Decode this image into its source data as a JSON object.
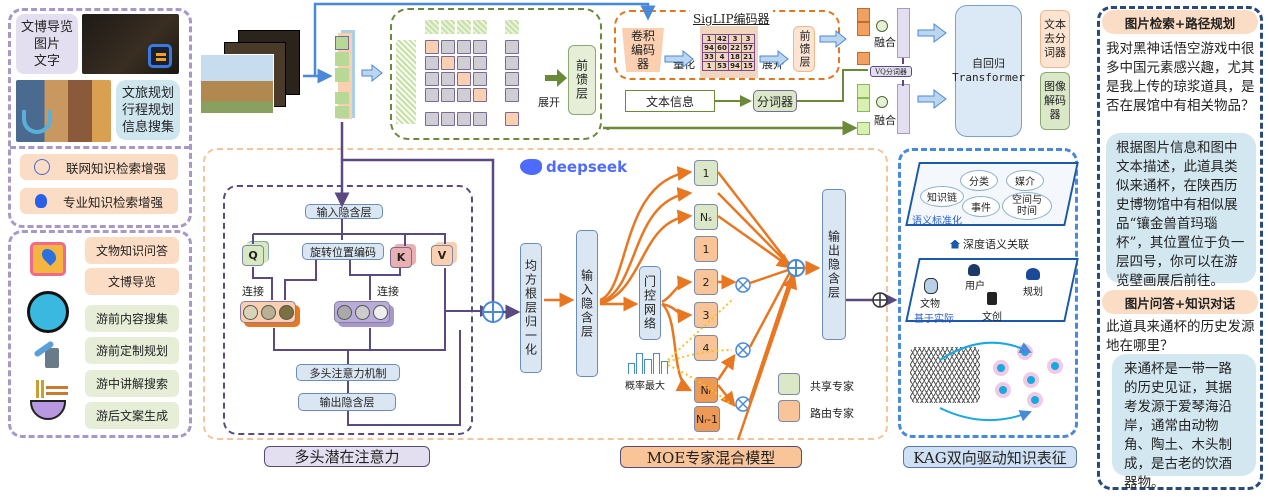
{
  "left_panel": {
    "top_cards": {
      "museum_guide": {
        "title": "文博导览",
        "lines": [
          "图片",
          "文字"
        ]
      },
      "travel_planning": {
        "title": "文旅规划",
        "lines": [
          "行程规划",
          "信息搜集"
        ]
      }
    },
    "enhancements": [
      {
        "icon": "globe-icon",
        "label": "联网知识检索增强"
      },
      {
        "icon": "lightbulb-icon",
        "label": "专业知识检索增强"
      }
    ],
    "functions": [
      {
        "label": "文物知识问答",
        "style": "peach"
      },
      {
        "label": "文博导览",
        "style": "peach"
      },
      {
        "label": "游前内容搜集",
        "style": "green"
      },
      {
        "label": "游前定制规划",
        "style": "green"
      },
      {
        "label": "游中讲解搜索",
        "style": "green"
      },
      {
        "label": "游后文案生成",
        "style": "green"
      }
    ],
    "function_icons": [
      "map-pin-icon",
      "weather-icon",
      "airplane-luggage-icon",
      "noodle-bowl-icon"
    ]
  },
  "vision_branch": {
    "unfold_label": "展开",
    "feedforward_label": "前馈层",
    "siglip": {
      "title": "SigLIP编码器",
      "conv_encoder": "卷积编码器",
      "quantize_label": "量化",
      "matrix": [
        [
          1,
          42,
          3,
          3
        ],
        [
          94,
          60,
          22,
          57
        ],
        [
          33,
          4,
          18,
          21
        ],
        [
          1,
          53,
          94,
          15
        ]
      ],
      "unfold_label": "展开",
      "feedforward_label": "前馈层"
    },
    "text_info_label": "文本信息",
    "tokenizer_label": "分词器",
    "fusion_label": "融合",
    "vq_tokenizer_label": "VQ分词器",
    "autoregressive": {
      "line1": "自回归",
      "line2": "Transformer"
    },
    "text_detokenizer": "文本去分词器",
    "image_decoder": "图像解码器"
  },
  "attention": {
    "input_hidden": "输入隐含层",
    "rope": "旋转位置编码",
    "q": "Q",
    "k": "K",
    "v": "V",
    "concat_1": "连接",
    "concat_2": "连接",
    "mha": "多头注意力机制",
    "output_hidden": "输出隐含层",
    "caption": "多头潜在注意力"
  },
  "moe": {
    "brand": "deepseek",
    "rmsnorm": "均方根层归一化",
    "input_hidden": "输入隐含层",
    "gate": "门控网络",
    "prob_max": "概率最大",
    "shared_experts": [
      "1",
      "Nₛ"
    ],
    "routed_experts": [
      "1",
      "2",
      "3",
      "4",
      "Nᵣ",
      "Nᵣ-1"
    ],
    "output_hidden": "输出隐含层",
    "legend": [
      {
        "label": "共享专家",
        "color": "#dbe8c8"
      },
      {
        "label": "路由专家",
        "color": "#f8c498"
      }
    ],
    "caption": "MOE专家混合模型"
  },
  "kag": {
    "top_plane_label": "语义标准化",
    "concepts": [
      "分类",
      "媒介",
      "知识链",
      "事件",
      "空间与时间"
    ],
    "middle_label": "深度语义关联",
    "bottom_plane_label": "基于实际",
    "entities": [
      "用户",
      "规划",
      "文物",
      "文创"
    ],
    "caption": "KAG双向驱动知识表征"
  },
  "right_panel": {
    "sections": [
      {
        "title": "图片检索+路径规划",
        "question": "我对黑神话悟空游戏中很多中国元素感兴趣，尤其是我上传的琼浆道具，是否在展馆中有相关物品？",
        "answer": "根据图片信息和图中文本描述，此道具类似来通杯，在陕西历史博物馆中有相似展品“镶金兽首玛瑙杯”，其位置位于负一层四号，你可以在游览壁画展后前往。"
      },
      {
        "title": "图片问答+知识对话",
        "question": "此道具来通杯的历史发源地在哪里？",
        "answer": "来通杯是一带一路的历史见证，其据考发源于爱琴海沿岸，通常由动物角、陶土、木头制成，是古老的饮酒器物。"
      }
    ]
  },
  "colors": {
    "orange": "#e87722",
    "purple": "#5a4a80",
    "blue": "#4a88d8",
    "green": "#6a8a3a",
    "peach": "#fbdcc4",
    "light_green": "#e6eed8"
  }
}
